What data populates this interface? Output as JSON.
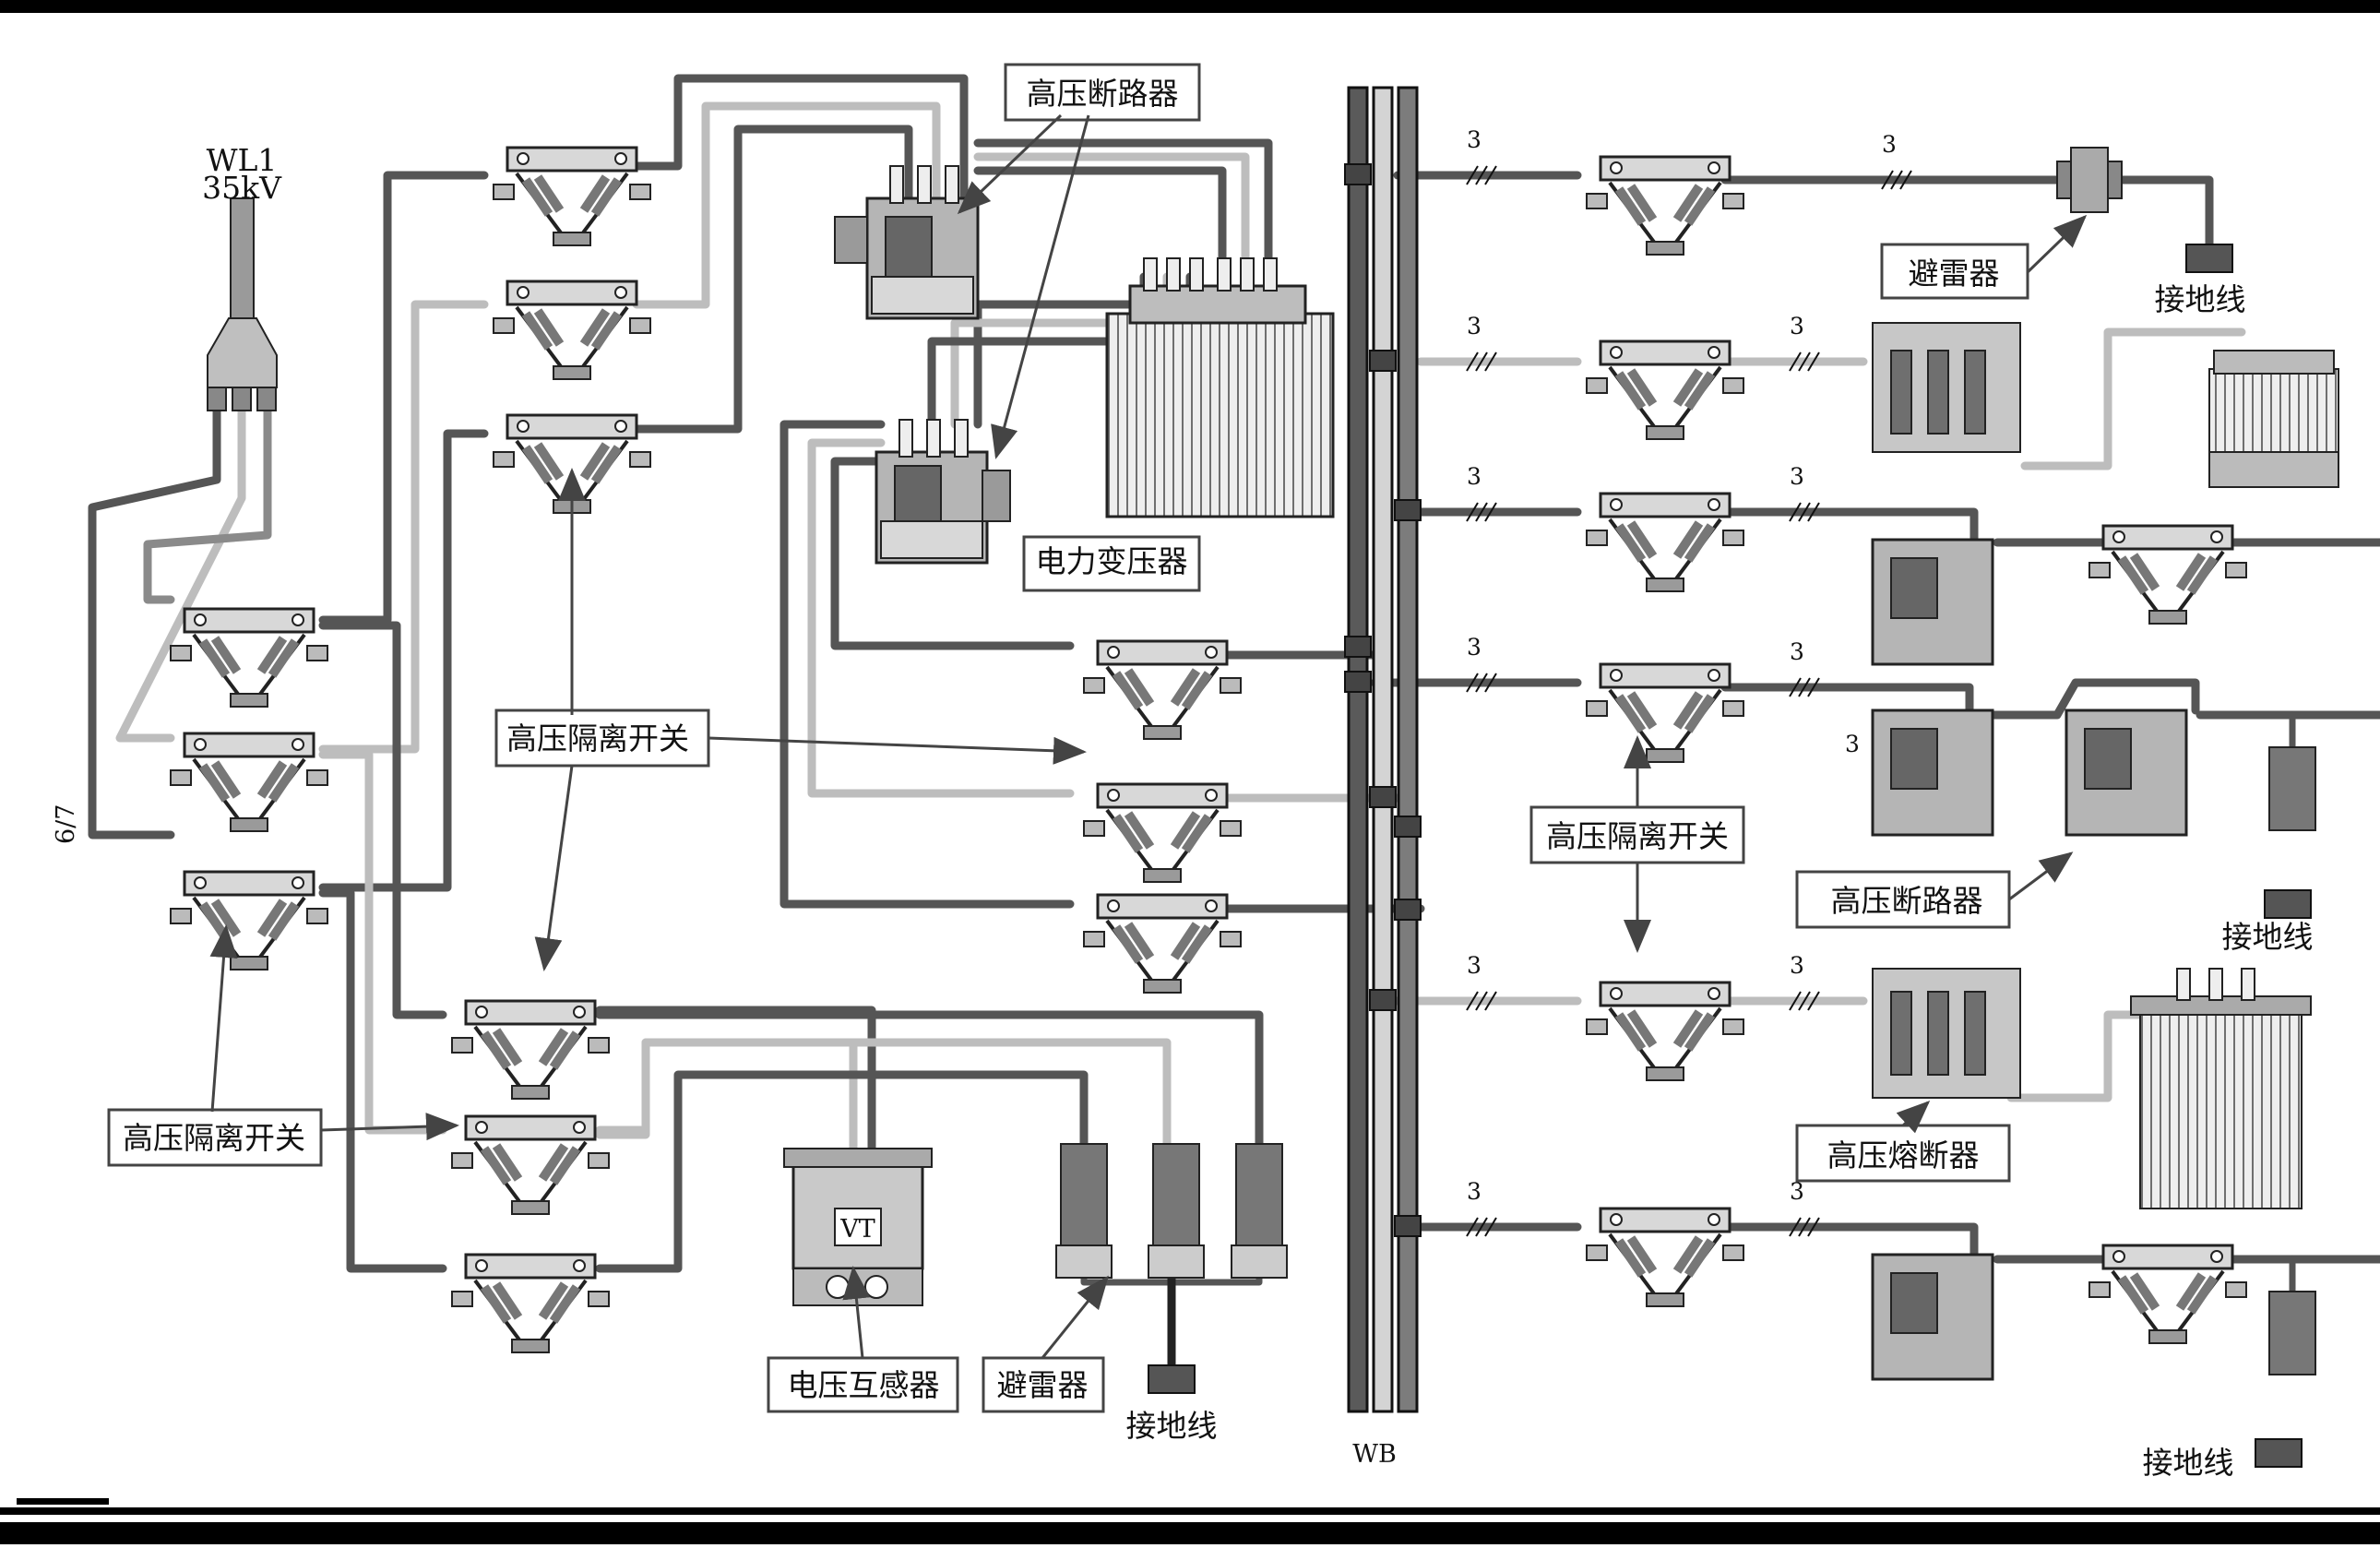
{
  "incoming": {
    "line": "WL1",
    "voltage": "35kV",
    "side_mark": "6/7"
  },
  "labels": {
    "hv_breaker_top": "高压断路器",
    "power_transformer": "电力变压器",
    "hv_disconnector_center": "高压隔离开关",
    "hv_disconnector_left": "高压隔离开关",
    "voltage_transformer": "电压互感器",
    "vt_mark": "VT",
    "arrester_bottom": "避雷器",
    "ground_bottom": "接地线",
    "busbar": "WB",
    "arrester_right": "避雷器",
    "ground_right_top": "接地线",
    "hv_disconnector_right": "高压隔离开关",
    "hv_breaker_right": "高压断路器",
    "ground_right_mid": "接地线",
    "hv_fuse": "高压熔断器",
    "ground_right_bottom": "接地线"
  },
  "phase_marks": [
    "3",
    "3",
    "3",
    "3",
    "3",
    "3",
    "3",
    "3",
    "3",
    "3",
    "3",
    "3",
    "3"
  ],
  "colors": {
    "dark_wire": "#555555",
    "light_wire": "#bdbdbd",
    "mid_wire": "#8a8a8a",
    "frame": "#000000"
  }
}
